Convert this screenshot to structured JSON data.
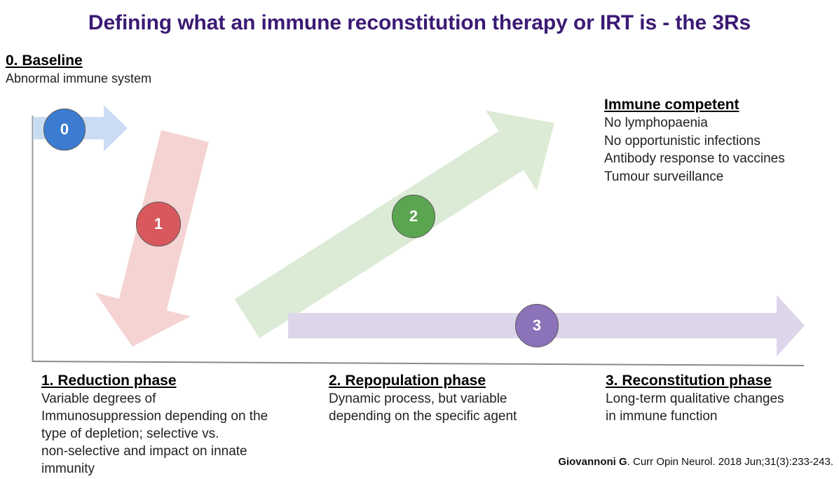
{
  "title": "Defining what an immune reconstitution  therapy or IRT is - the 3Rs",
  "title_color": "#3B1A74",
  "baseline": {
    "heading": "0. Baseline",
    "lines": [
      "Abnormal immune system"
    ]
  },
  "immune_competent": {
    "heading": "Immune competent",
    "lines": [
      "No lymphopaenia",
      "No opportunistic infections",
      "Antibody response to vaccines",
      "Tumour surveillance"
    ]
  },
  "phases": [
    {
      "heading": "1. Reduction phase",
      "lines": [
        "Variable degrees of",
        "Immunosuppression depending on the",
        "type of depletion; selective vs.",
        "non-selective and impact on innate",
        "immunity"
      ]
    },
    {
      "heading": "2. Repopulation phase",
      "lines": [
        "Dynamic process, but variable",
        "depending on the specific agent"
      ]
    },
    {
      "heading": "3. Reconstitution phase",
      "lines": [
        "Long-term qualitative changes",
        "in immune function"
      ]
    }
  ],
  "markers": [
    {
      "label": "0",
      "color": "#3B7BD1",
      "name": "marker-0-baseline"
    },
    {
      "label": "1",
      "color": "#D9585D",
      "name": "marker-1-reduction"
    },
    {
      "label": "2",
      "color": "#5BA551",
      "name": "marker-2-repopulation"
    },
    {
      "label": "3",
      "color": "#8C72B8",
      "name": "marker-3-reconstitution"
    }
  ],
  "arrows": [
    {
      "name": "baseline-arrow",
      "color": "#CADCF2",
      "direction": "right"
    },
    {
      "name": "reduction-arrow",
      "color": "#F6D3D3",
      "direction": "down-right"
    },
    {
      "name": "repopulation-arrow",
      "color": "#DCEBD6",
      "direction": "up-right"
    },
    {
      "name": "reconstitution-arrow",
      "color": "#DDD6EB",
      "direction": "right"
    }
  ],
  "axes": {
    "y_axis_color": "#9A9A9A",
    "x_axis_color": "#8A8A8A"
  },
  "citation": {
    "author": "Giovannoni G",
    "reference": ". Curr Opin Neurol. 2018 Jun;31(3):233-243."
  }
}
